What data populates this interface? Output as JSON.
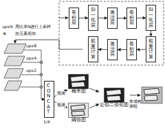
{
  "diagram": {
    "nodes": [
      {
        "text": [
          "卷积层"
        ]
      },
      {
        "text": [
          "归一化层"
        ]
      },
      {
        "text": [
          "激活层"
        ]
      },
      {
        "text": [
          "卷积层"
        ]
      },
      {
        "text": [
          "归一化层"
        ]
      },
      {
        "text": [
          "权重计算"
        ]
      },
      {
        "text": [
          "激活层"
        ]
      },
      {
        "text": [
          "卷积层"
        ]
      },
      {
        "text": [
          "权重计算"
        ]
      },
      {
        "text": [
          "CONCAT"
        ]
      },
      {
        "text": [
          "概率图"
        ]
      },
      {
        "text": [
          "阈值图"
        ]
      },
      {
        "text": [
          "近似二值化图"
        ]
      }
    ],
    "edges": [
      {
        "from": 0,
        "to": 1,
        "arrow": "to"
      },
      {
        "from": 1,
        "to": 2,
        "arrow": "to"
      },
      {
        "from": 2,
        "to": 3,
        "arrow": "to"
      },
      {
        "from": 3,
        "to": 4,
        "arrow": "to"
      },
      {
        "from": 4,
        "to": 8,
        "arrow": "to"
      },
      {
        "from": 8,
        "to": 7,
        "arrow": "to"
      },
      {
        "from": 7,
        "to": 6,
        "arrow": "to"
      },
      {
        "from": 6,
        "to": 5,
        "arrow": "to"
      },
      {
        "from": 9,
        "to": 10,
        "label": "预测",
        "arrow": "to"
      },
      {
        "from": 9,
        "to": 11,
        "label": "预测",
        "arrow": "to"
      },
      {
        "from": 10,
        "to": 12,
        "arrow": "to"
      },
      {
        "from": 11,
        "to": 12,
        "arrow": "to"
      }
    ],
    "labels": [
      "upxN",
      "用比率N进行上采样",
      "⊕",
      "按元素相加",
      "upx8",
      "upx4",
      "upx2",
      "1/4",
      "形成检测框"
    ]
  }
}
